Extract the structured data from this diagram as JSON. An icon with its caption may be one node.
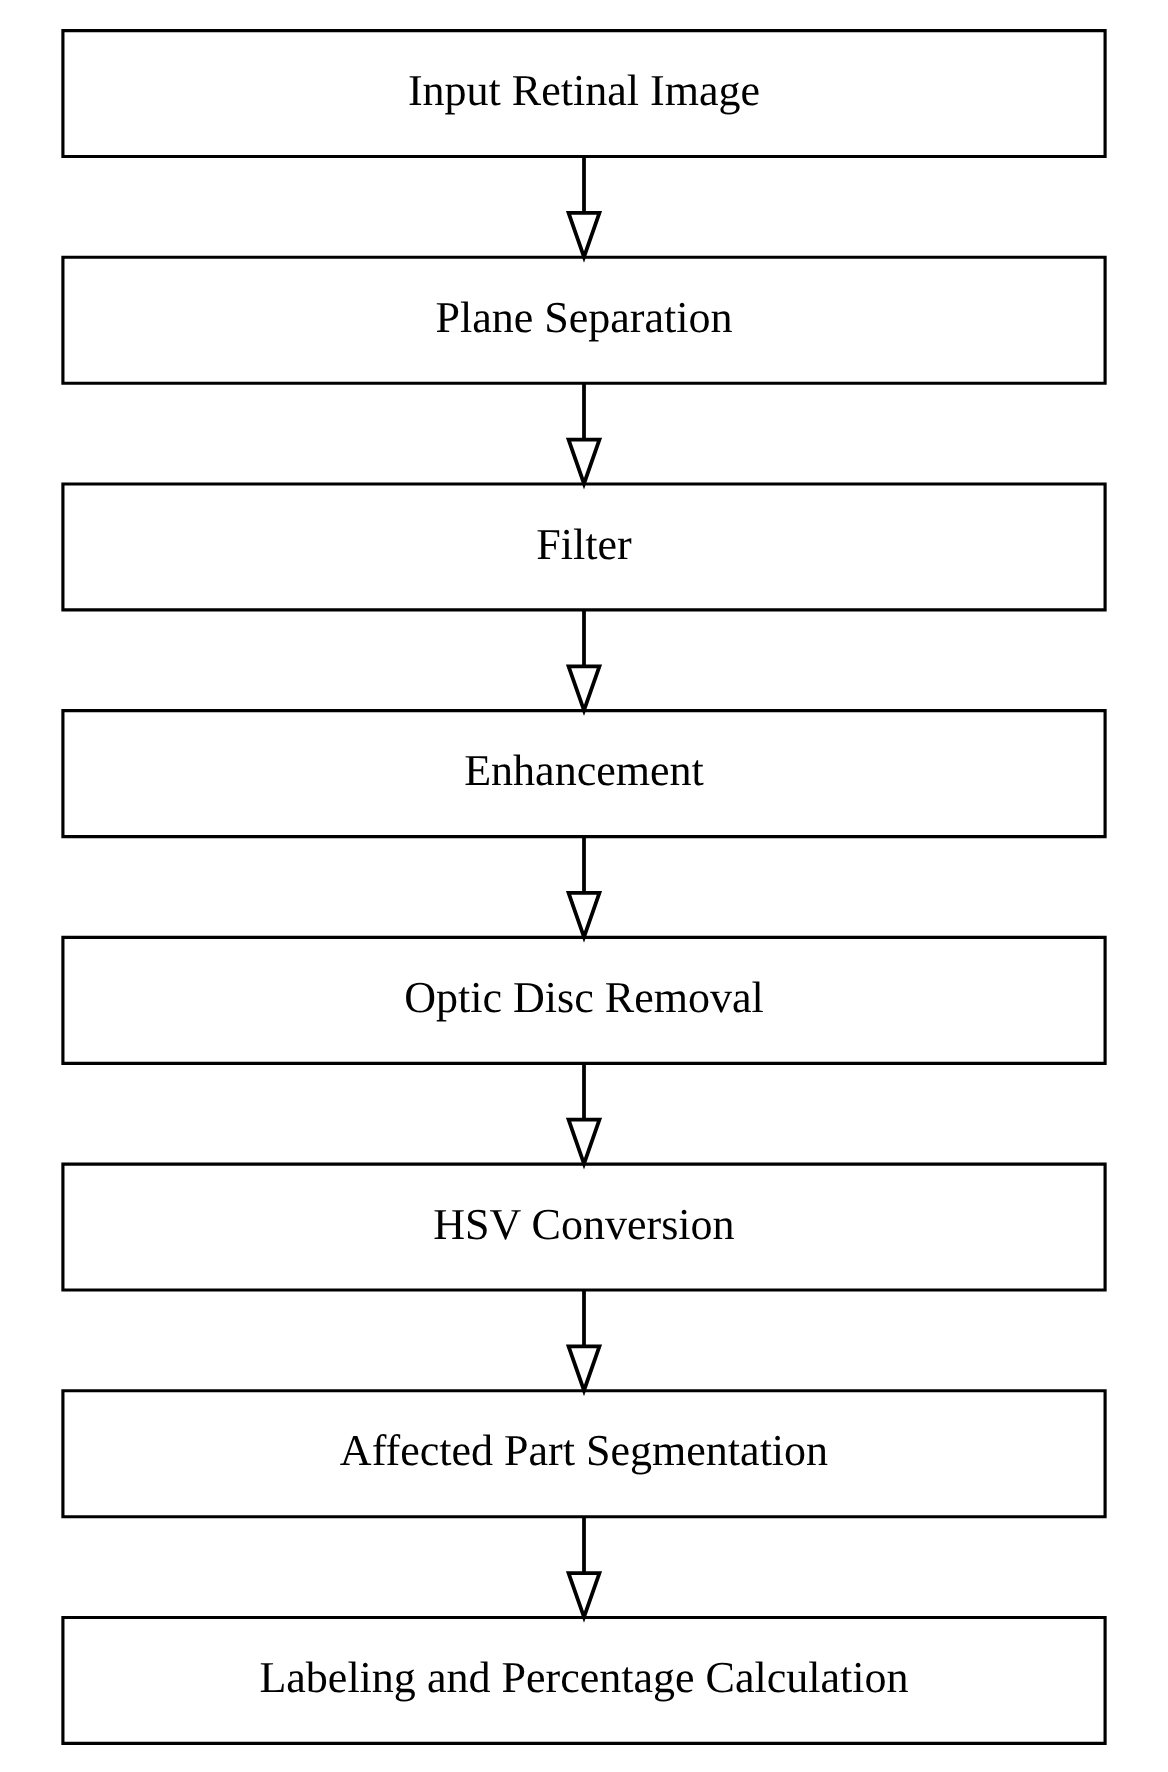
{
  "diagram": {
    "nodes": [
      {
        "text": [
          "Input Retinal Image"
        ]
      },
      {
        "text": [
          "Plane Separation"
        ]
      },
      {
        "text": [
          "Filter"
        ]
      },
      {
        "text": [
          "Enhancement"
        ]
      },
      {
        "text": [
          "Optic Disc Removal"
        ]
      },
      {
        "text": [
          "HSV Conversion"
        ]
      },
      {
        "text": [
          "Affected Part Segmentation"
        ]
      },
      {
        "text": [
          "Labeling and Percentage Calculation"
        ]
      }
    ],
    "edges": [
      {
        "from": 0,
        "to": 1,
        "arrow": "to"
      },
      {
        "from": 1,
        "to": 2,
        "arrow": "to"
      },
      {
        "from": 2,
        "to": 3,
        "arrow": "to"
      },
      {
        "from": 3,
        "to": 4,
        "arrow": "to"
      },
      {
        "from": 4,
        "to": 5,
        "arrow": "to"
      },
      {
        "from": 5,
        "to": 6,
        "arrow": "to"
      },
      {
        "from": 6,
        "to": 7,
        "arrow": "to"
      }
    ]
  }
}
